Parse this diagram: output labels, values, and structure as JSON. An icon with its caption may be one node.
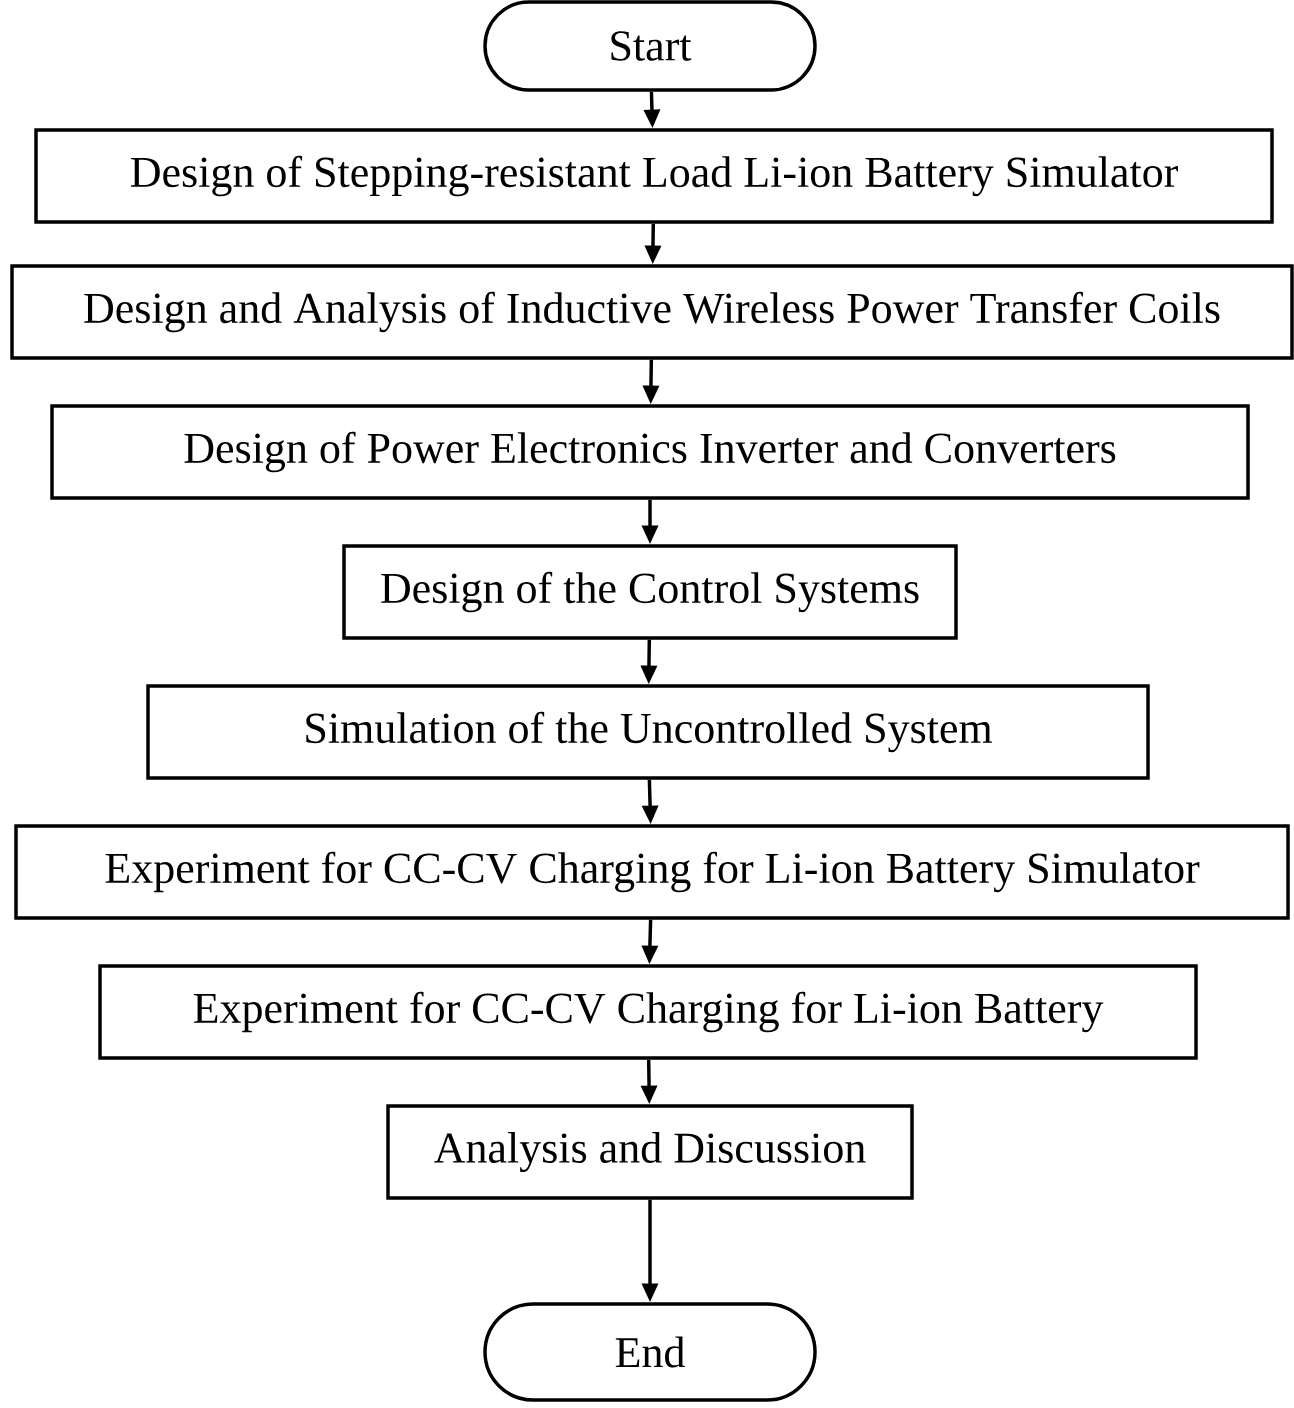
{
  "diagram": {
    "nodes": [
      {
        "text": [
          "Start"
        ]
      },
      {
        "text": [
          "Design of Stepping-resistant Load Li-ion Battery Simulator"
        ]
      },
      {
        "text": [
          "Design and Analysis of Inductive Wireless Power Transfer Coils"
        ]
      },
      {
        "text": [
          "Design of Power Electronics Inverter and Converters"
        ]
      },
      {
        "text": [
          "Design of the Control Systems"
        ]
      },
      {
        "text": [
          "Simulation of the Uncontrolled System"
        ]
      },
      {
        "text": [
          "Experiment for CC-CV Charging for Li-ion Battery Simulator"
        ]
      },
      {
        "text": [
          "Experiment for CC-CV Charging for Li-ion Battery"
        ]
      },
      {
        "text": [
          "Analysis and Discussion"
        ]
      },
      {
        "text": [
          "End"
        ]
      }
    ],
    "edges": [
      {
        "from": 0,
        "to": 1,
        "arrow": "to"
      },
      {
        "from": 1,
        "to": 2,
        "arrow": "to"
      },
      {
        "from": 2,
        "to": 3,
        "arrow": "to"
      },
      {
        "from": 3,
        "to": 4,
        "arrow": "to"
      },
      {
        "from": 4,
        "to": 5,
        "arrow": "to"
      },
      {
        "from": 5,
        "to": 6,
        "arrow": "to"
      },
      {
        "from": 6,
        "to": 7,
        "arrow": "to"
      },
      {
        "from": 7,
        "to": 8,
        "arrow": "to"
      },
      {
        "from": 8,
        "to": 9,
        "arrow": "to"
      }
    ]
  }
}
